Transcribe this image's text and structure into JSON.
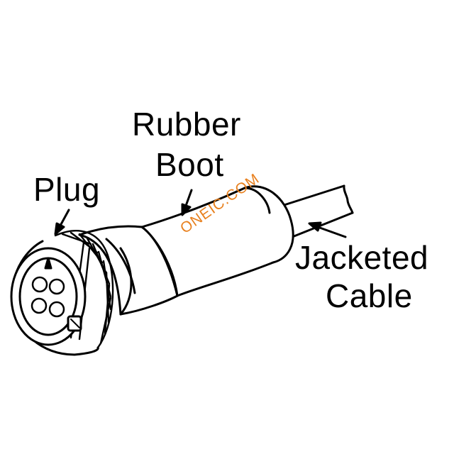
{
  "labels": {
    "rubber": "Rubber",
    "boot": "Boot",
    "plug": "Plug",
    "jacketed": "Jacketed",
    "cable": "Cable"
  },
  "watermark": "ONEIC.COM",
  "colors": {
    "line": "#000000",
    "background": "#ffffff",
    "watermark": "#e8801e"
  }
}
